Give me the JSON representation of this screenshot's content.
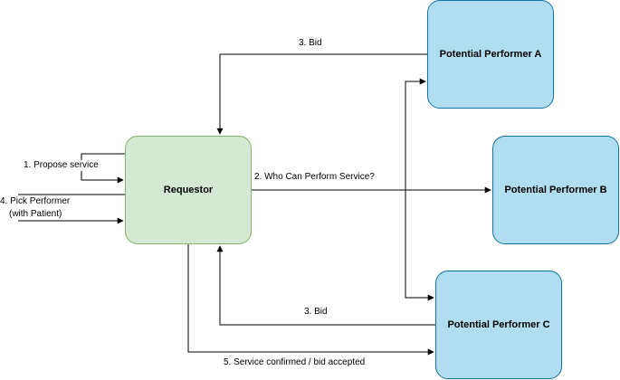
{
  "colors": {
    "requestor_fill": "#d5e8d4",
    "requestor_border": "#82b366",
    "performer_fill": "#b1ddf0",
    "performer_border": "#10739e",
    "edge": "#000000"
  },
  "nodes": {
    "requestor": "Requestor",
    "performer_a": "Potential Performer A",
    "performer_b": "Potential Performer B",
    "performer_c": "Potential Performer C"
  },
  "edges": {
    "propose_service": "1. Propose service",
    "who_can_perform": "2. Who Can Perform Service?",
    "bid_a": "3. Bid",
    "bid_c": "3. Bid",
    "pick_performer_line1": "4. Pick Performer",
    "pick_performer_line2": "(with Patient)",
    "service_confirmed": "5. Service confirmed / bid accepted"
  }
}
